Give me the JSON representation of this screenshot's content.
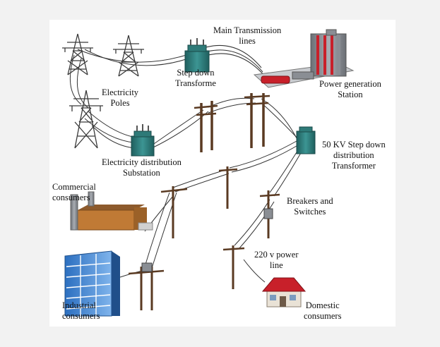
{
  "labels": {
    "main_transmission": [
      "Main Transmission",
      "lines"
    ],
    "step_down": [
      "Step down",
      "Transforme"
    ],
    "power_station": [
      "Power generation",
      "Station"
    ],
    "electricity_poles": [
      "Electricity",
      "Poles"
    ],
    "distribution_substation": [
      "Electricity distribution",
      "Substation"
    ],
    "kv_step_down": [
      "50 KV Step down",
      "distribution",
      "Transformer"
    ],
    "commercial": [
      "Commercial",
      "consumers"
    ],
    "breakers": [
      "Breakers and",
      "Switches"
    ],
    "power_line": [
      "220 v power",
      "line"
    ],
    "industrial": [
      "Industrial",
      "consumers"
    ],
    "domestic": [
      "Domestic",
      "consumers"
    ]
  },
  "colors": {
    "background": "#f2f2f2",
    "card": "#ffffff",
    "transformer": "#2e7a78",
    "pole": "#5a3a22",
    "station_red": "#c8202a",
    "roof_red": "#c8202a",
    "industrial_blue": "#3a7fd0",
    "commercial_wall": "#c07a35"
  }
}
